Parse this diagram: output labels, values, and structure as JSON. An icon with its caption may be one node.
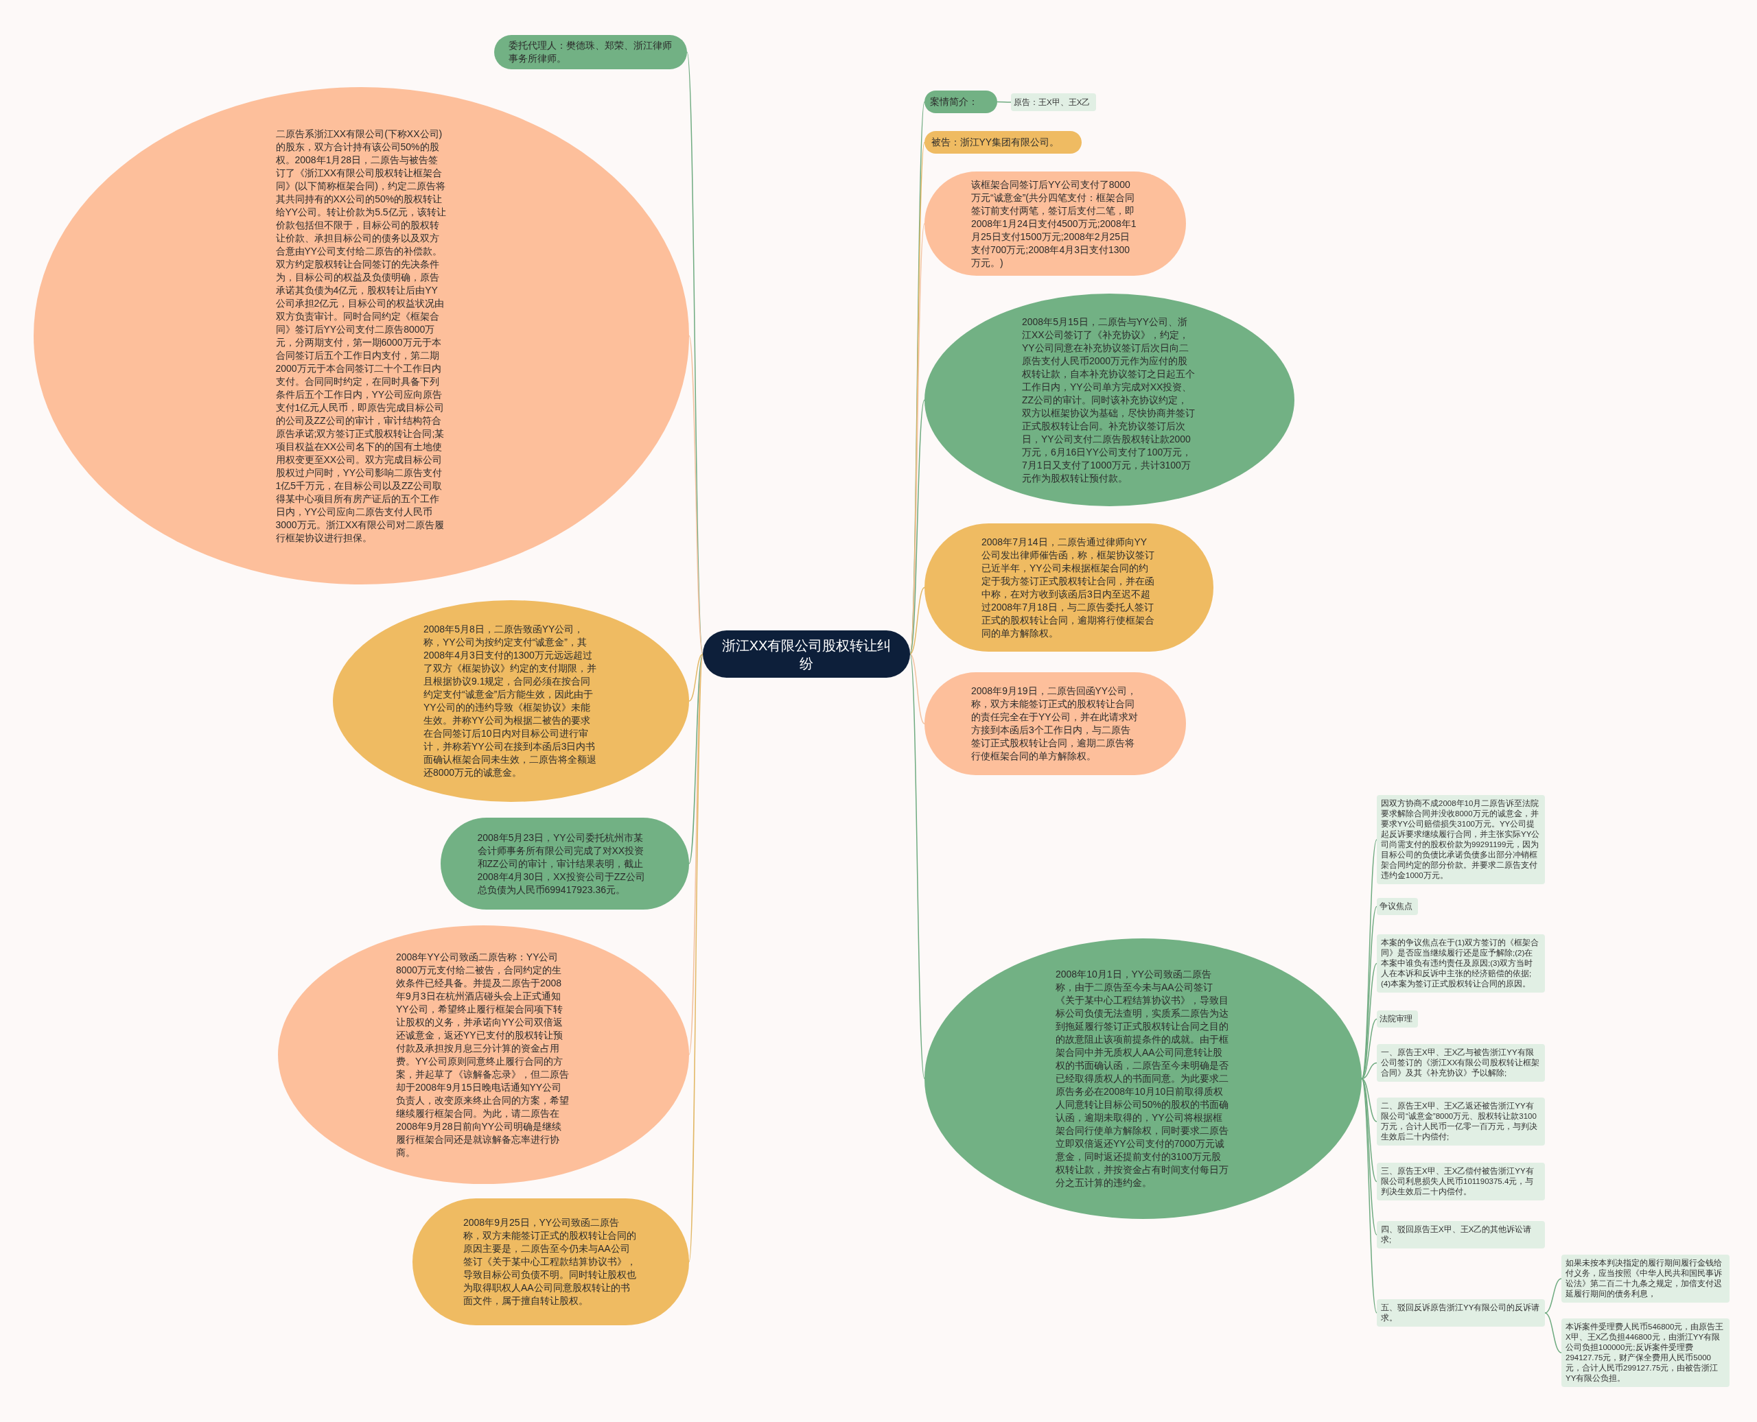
{
  "diagram": {
    "nodes": [
      {
        "text": [
          "浙江XX有限公司股权转让纠纷"
        ]
      },
      {
        "text": [
          "委托代理人：樊德珠、郑荣、浙江律师事务所律师。"
        ]
      },
      {
        "text": [
          "二原告系浙江XX有限公司(下称XX公司)的股东，双方合计持有该公司50%的股权。2008年1月28日，二原告与被告签订了《浙江XX有限公司股权转让框架合同》(以下简称框架合同)，约定二原告将其共同持有的XX公司的50%的股权转让给YY公司。转让价款为5.5亿元，该转让价款包括但不限于，目标公司的股权转让价款、承担目标公司的债务以及双方合意由YY公司支付给二原告的补偿款。双方约定股权转让合同签订的先决条件为，目标公司的权益及负债明确，原告承诺其负债为4亿元，股权转让后由YY公司承担2亿元，目标公司的权益状况由双方负责审计。同时合同约定《框架合同》签订后YY公司支付二原告8000万元，分两期支付，第一期6000万元于本合同签订后五个工作日内支付，第二期2000万元于本合同签订二十个工作日内支付。合同同时约定，在同时具备下列条件后五个工作日内，YY公司应向原告支付1亿元人民币，即原告完成目标公司的公司及ZZ公司的审计，审计结构符合原告承诺;双方签订正式股权转让合同;某项目权益在XX公司名下的的国有土地使用权变更至XX公司。双方完成目标公司股权过户同时，YY公司影响二原告支付1亿5千万元，在目标公司以及ZZ公司取得某中心项目所有房产证后的五个工作日内，YY公司应向二原告支付人民币3000万元。浙江XX有限公司对二原告履行框架协议进行担保。"
        ]
      },
      {
        "text": [
          "案情简介："
        ]
      },
      {
        "text": [
          "原告：王X甲、王X乙"
        ]
      },
      {
        "text": [
          "被告：浙江YY集团有限公司。"
        ]
      },
      {
        "text": [
          "该框架合同签订后YY公司支付了8000万元“诚意金”(共分四笔支付：框架合同签订前支付两笔，签订后支付二笔，即2008年1月24日支付4500万元;2008年1月25日支付1500万元;2008年2月25日支付700万元;2008年4月3日支付1300万元。)"
        ]
      },
      {
        "text": [
          "2008年5月15日，二原告与YY公司、浙江XX公司签订了《补充协议》，约定，YY公司同意在补充协议签订后次日向二原告支付人民币2000万元作为应付的股权转让款，自本补充协议签订之日起五个工作日内，YY公司单方完成对XX投资、ZZ公司的审计。同时该补充协议约定，双方以框架协议为基础，尽快协商并签订正式股权转让合同。补充协议签订后次日，YY公司支付二原告股权转让款2000万元，6月16日YY公司支付了100万元，7月1日又支付了1000万元，共计3100万元作为股权转让预付款。"
        ]
      },
      {
        "text": [
          "2008年7月14日，二原告通过律师向YY公司发出律师催告函，称，框架协议签订已近半年，YY公司未根据框架合同的约定于我方签订正式股权转让合同，并在函中称，在对方收到该函后3日内至迟不超过2008年7月18日，与二原告委托人签订正式的股权转让合同，逾期将行使框架合同的单方解除权。"
        ]
      },
      {
        "text": [
          "2008年9月19日，二原告回函YY公司，称，双方未能签订正式的股权转让合同的责任完全在于YY公司，并在此请求对方接到本函后3个工作日内，与二原告签订正式股权转让合同，逾期二原告将行使框架合同的单方解除权。"
        ]
      },
      {
        "text": [
          "2008年5月8日，二原告致函YY公司，称，YY公司为按约定支付“诚意金”，其2008年4月3日支付的1300万元远远超过了双方《框架协议》约定的支付期限，并且根据协议9.1规定，合同必须在按合同约定支付“诚意金”后方能生效，因此由于YY公司的的违约导致《框架协议》未能生效。并称YY公司为根据二被告的要求在合同签订后10日内对目标公司进行审计，并称若YY公司在接到本函后3日内书面确认框架合同未生效，二原告将全额退还8000万元的诚意金。"
        ]
      },
      {
        "text": [
          "2008年5月23日，YY公司委托杭州市某会计师事务所有限公司完成了对XX投资和ZZ公司的审计，审计结果表明，截止2008年4月30日，XX投资公司于ZZ公司总负债为人民币699417923.36元。"
        ]
      },
      {
        "text": [
          "2008年YY公司致函二原告称：YY公司8000万元支付给二被告，合同约定的生效条件已经具备。并提及二原告于2008年9月3日在杭州酒店碰头会上正式通知YY公司，希望终止履行框架合同项下转让股权的义务，并承诺向YY公司双倍返还诚意金，返还YY已支付的股权转让预付款及承担按月息三分计算的资金占用费。YY公司原则同意终止履行合同的方案，并起草了《谅解备忘录》，但二原告却于2008年9月15日晚电话通知YY公司负责人，改变原来终止合同的方案，希望继续履行框架合同。为此，请二原告在2008年9月28日前向YY公司明确是继续履行框架合同还是就谅解备忘率进行协商。"
        ]
      },
      {
        "text": [
          "2008年9月25日，YY公司致函二原告称，双方未能签订正式的股权转让合同的原因主要是，二原告至今仍未与AA公司签订《关于某中心工程款结算协议书》，导致目标公司负债不明。同时转让股权也为取得职权人AA公司同意股权转让的书面文件，属于擅自转让股权。"
        ]
      },
      {
        "text": [
          "2008年10月1日，YY公司致函二原告称，由于二原告至今未与AA公司签订《关于某中心工程结算协议书》，导致目标公司负债无法查明，实质系二原告为达到拖延履行签订正式股权转让合同之目的的故意阻止该项前提条件的成就。由于框架合同中并无质权人AA公司同意转让股权的书面确认函，二原告至今未明确是否已经取得质权人的书面同意。为此要求二原告务必在2008年10月10日前取得质权人同意转让目标公司50%的股权的书面确认函，逾期未取得的，YY公司将根据框架合同行使单方解除权，同时要求二原告立即双倍返还YY公司支付的7000万元诚意金，同时返还提前支付的3100万元股权转让款，并按资金占有时间支付每日万分之五计算的违约金。"
        ]
      },
      {
        "text": [
          "因双方协商不成2008年10月二原告诉至法院要求解除合同并没收8000万元的诚意金，并要求YY公司赔偿损失3100万元。YY公司提起反诉要求继续履行合同，并主张实际YY公司尚需支付的股权价款为99291199元，因为目标公司的负债比承诺负债多出部分冲销框架合同约定的部分价款。并要求二原告支付违约金1000万元。"
        ]
      },
      {
        "text": [
          "争议焦点"
        ]
      },
      {
        "text": [
          "本案的争议焦点在于(1)双方签订的《框架合同》是否应当继续履行还是应予解除;(2)在本案中谁负有违约责任及原因;(3)双方当时人在本诉和反诉中主张的经济赔偿的依据;(4)本案为签订正式股权转让合同的原因。"
        ]
      },
      {
        "text": [
          "法院审理"
        ]
      },
      {
        "text": [
          "一、原告王X甲、王X乙与被告浙江YY有限公司签订的《浙江XX有限公司股权转让框架合同》及其《补充协议》予以解除;"
        ]
      },
      {
        "text": [
          "二、原告王X甲、王X乙返还被告浙江YY有限公司“诚意金”8000万元、股权转让款3100万元，合计人民币一亿零一百万元，与判决生效后二十内偿付;"
        ]
      },
      {
        "text": [
          "三、原告王X甲、王X乙偿付被告浙江YY有限公司利息损失人民币101190375.4元，与判决生效后二十内偿付。"
        ]
      },
      {
        "text": [
          "四、驳回原告王X甲、王X乙的其他诉讼请求;"
        ]
      },
      {
        "text": [
          "五、驳回反诉原告浙江YY有限公司的反诉请求。"
        ]
      },
      {
        "text": [
          "如果未按本判决指定的履行期间履行金钱给付义务，应当按照《中华人民共和国民事诉讼法》第二百二十九条之规定，加倍支付迟延履行期间的债务利息，"
        ]
      },
      {
        "text": [
          "本诉案件受理费人民币546800元，由原告王X甲、王X乙负担446800元，由浙江YY有限公司负担100000元;反诉案件受理费294127.75元，财产保全费用人民币5000元，合计人民币299127.75元，由被告浙江YY有限公负担。"
        ]
      }
    ],
    "edges": [
      {
        "from": 0,
        "to": 1,
        "arrow": "none"
      },
      {
        "from": 0,
        "to": 2,
        "arrow": "none",
        "color": "#f3c3a2"
      },
      {
        "from": 0,
        "to": 3,
        "arrow": "none"
      },
      {
        "from": 3,
        "to": 4,
        "arrow": "none"
      },
      {
        "from": 0,
        "to": 5,
        "arrow": "none",
        "color": "#e2b866"
      },
      {
        "from": 0,
        "to": 6,
        "arrow": "none",
        "color": "#f3c3a2"
      },
      {
        "from": 0,
        "to": 7,
        "arrow": "none"
      },
      {
        "from": 0,
        "to": 8,
        "arrow": "none",
        "color": "#e2b866"
      },
      {
        "from": 0,
        "to": 9,
        "arrow": "none",
        "color": "#f3c3a2"
      },
      {
        "from": 0,
        "to": 10,
        "arrow": "none",
        "color": "#e2b866"
      },
      {
        "from": 0,
        "to": 11,
        "arrow": "none"
      },
      {
        "from": 0,
        "to": 12,
        "arrow": "none",
        "color": "#f3c3a2"
      },
      {
        "from": 0,
        "to": 13,
        "arrow": "none",
        "color": "#e2b866"
      },
      {
        "from": 0,
        "to": 14,
        "arrow": "none"
      },
      {
        "from": 14,
        "to": 15,
        "arrow": "none"
      },
      {
        "from": 14,
        "to": 16,
        "arrow": "none"
      },
      {
        "from": 14,
        "to": 17,
        "arrow": "none"
      },
      {
        "from": 14,
        "to": 18,
        "arrow": "none"
      },
      {
        "from": 14,
        "to": 19,
        "arrow": "none"
      },
      {
        "from": 14,
        "to": 20,
        "arrow": "none"
      },
      {
        "from": 14,
        "to": 21,
        "arrow": "none"
      },
      {
        "from": 14,
        "to": 22,
        "arrow": "none"
      },
      {
        "from": 14,
        "to": 23,
        "arrow": "none"
      },
      {
        "from": 23,
        "to": 24,
        "arrow": "none"
      },
      {
        "from": 23,
        "to": 25,
        "arrow": "none"
      }
    ]
  }
}
